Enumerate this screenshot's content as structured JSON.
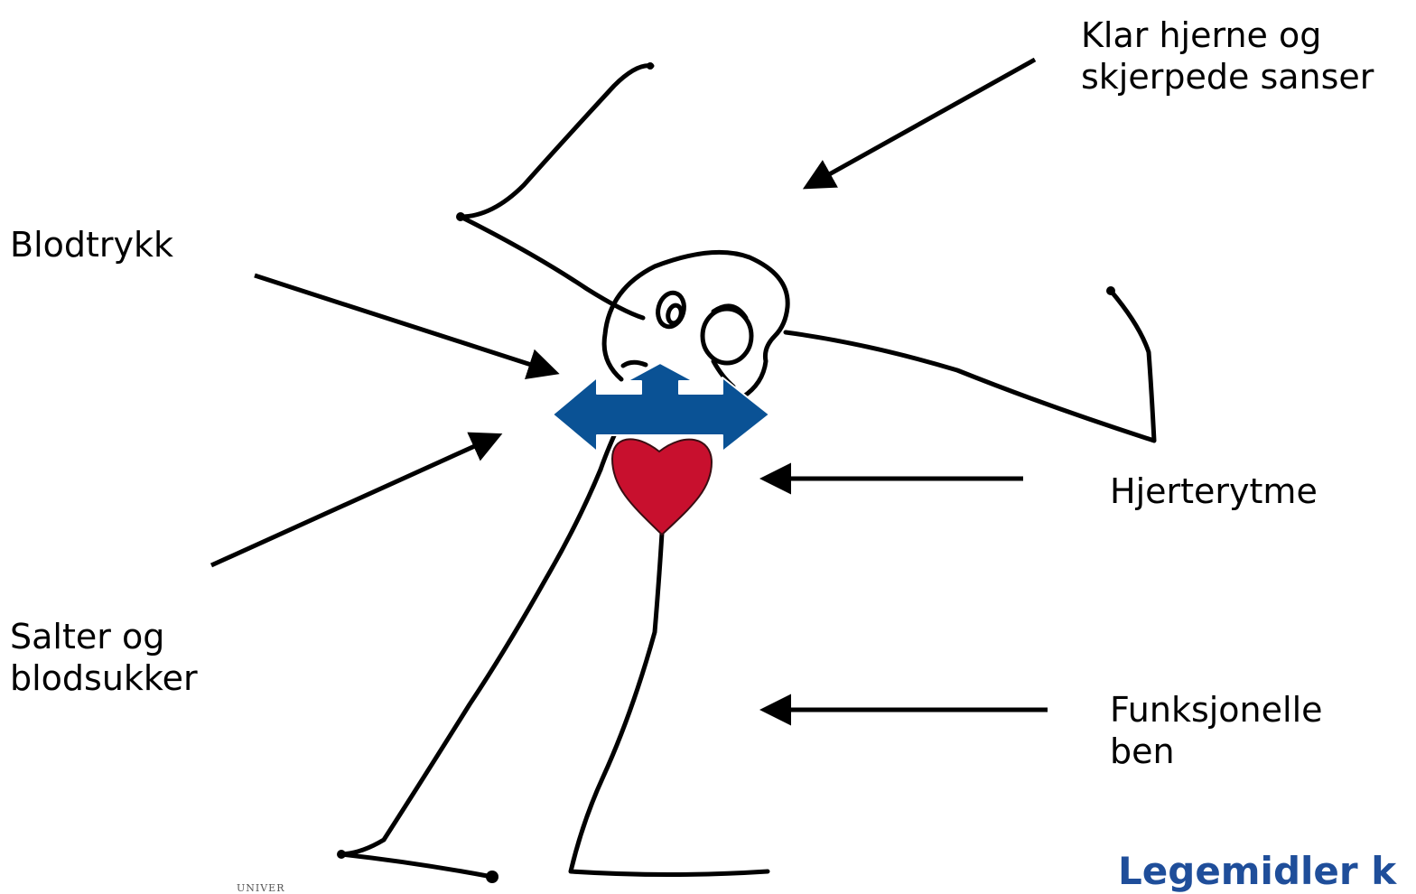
{
  "labels": {
    "brain": [
      "Klar hjerne og",
      "skjerpede sanser"
    ],
    "blood_pressure": "Blodtrykk",
    "salts": [
      "Salter og",
      "blodsukker"
    ],
    "heart_rhythm": "Hjerterytme",
    "legs": [
      "Funksjonelle",
      "ben"
    ]
  },
  "footer": {
    "title": "Legemidler k",
    "tiny_text": "UNIVER"
  },
  "colors": {
    "heart": "#c8102e",
    "pressure_arrow": "#0a5295",
    "footer_title": "#1f4e9a"
  }
}
